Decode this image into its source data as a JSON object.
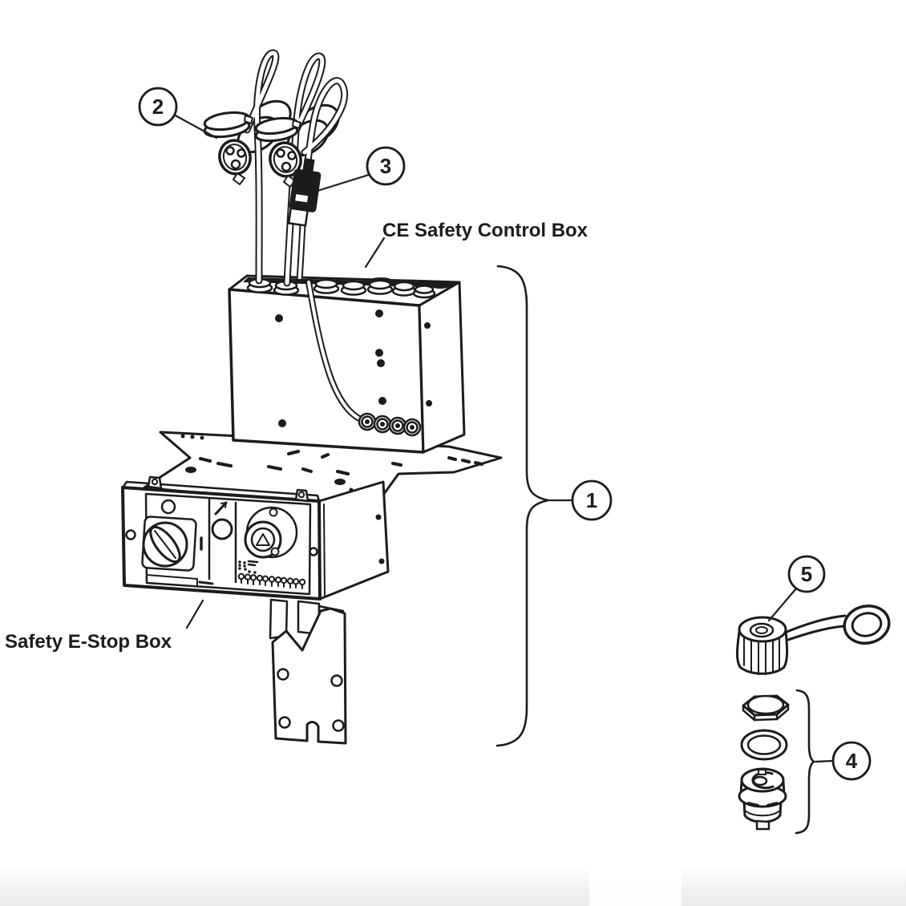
{
  "figure": {
    "labels": {
      "control_box": "CE Safety Control Box",
      "estop_box": "Safety E-Stop Box"
    },
    "callouts": [
      "1",
      "2",
      "3",
      "4",
      "5"
    ],
    "colors": {
      "line": "#1c1c1c",
      "background": "#ffffff",
      "footer_shade": "#ededed"
    }
  }
}
